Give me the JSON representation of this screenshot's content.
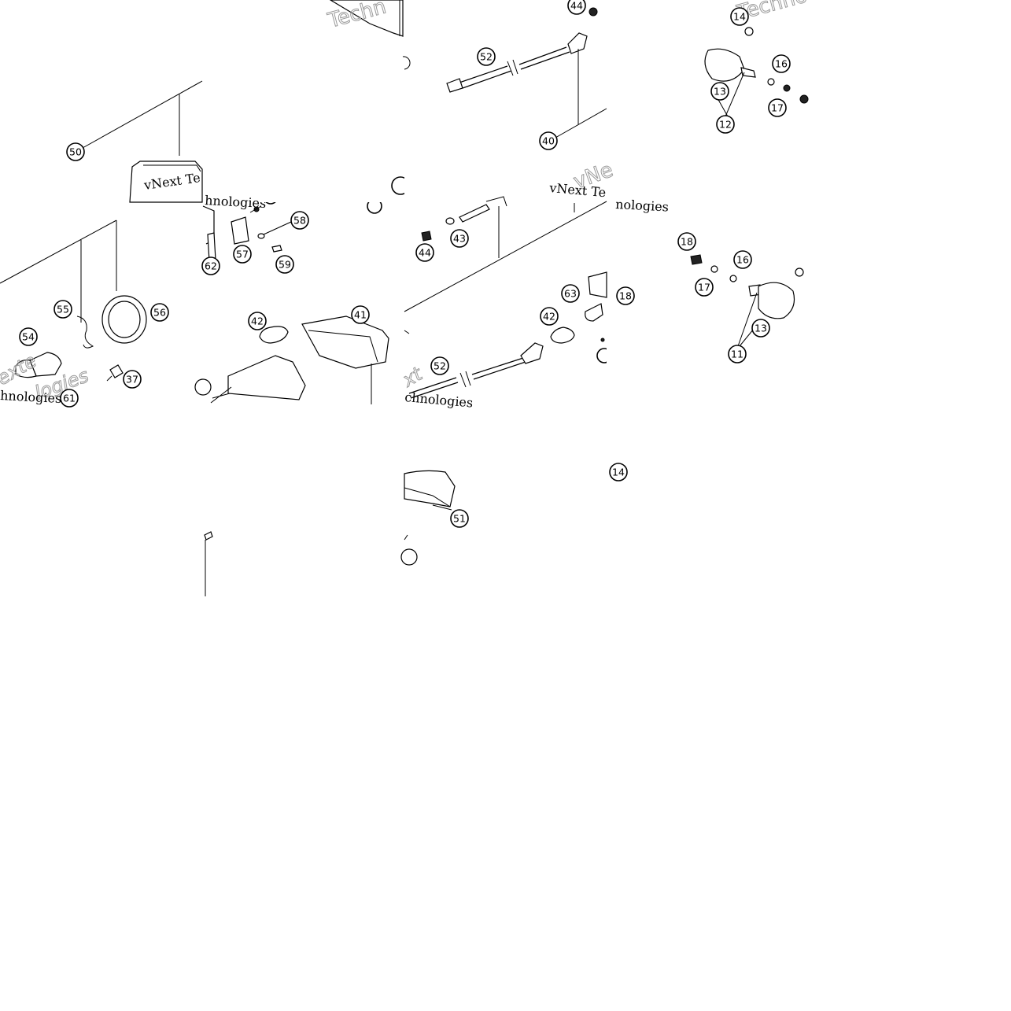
{
  "callouts": {
    "c11": "11",
    "c12": "12",
    "c13a": "13",
    "c13b": "13",
    "c14a": "14",
    "c14b": "14",
    "c16a": "16",
    "c16b": "16",
    "c17a": "17",
    "c17b": "17",
    "c18a": "18",
    "c18b": "18",
    "c37": "37",
    "c40": "40",
    "c41": "41",
    "c42a": "42",
    "c42b": "42",
    "c43": "43",
    "c44a": "44",
    "c44b": "44",
    "c50": "50",
    "c51": "51",
    "c52a": "52",
    "c52b": "52",
    "c54": "54",
    "c55": "55",
    "c56": "56",
    "c57": "57",
    "c58": "58",
    "c59": "59",
    "c61": "61",
    "c62": "62",
    "c63": "63"
  },
  "watermarks": {
    "vnext_1": "vNext Te",
    "vnext_2": "vNext Te",
    "techno_1": "Techn",
    "techno_2": "Techno",
    "vnext_3": "vNe",
    "nologies_1": "nologies",
    "nologies_2": "hnologies",
    "tegies_1": "hnologies",
    "exte": "exte",
    "logies": "logies",
    "xt": "xt",
    "ology": "chnologies"
  }
}
